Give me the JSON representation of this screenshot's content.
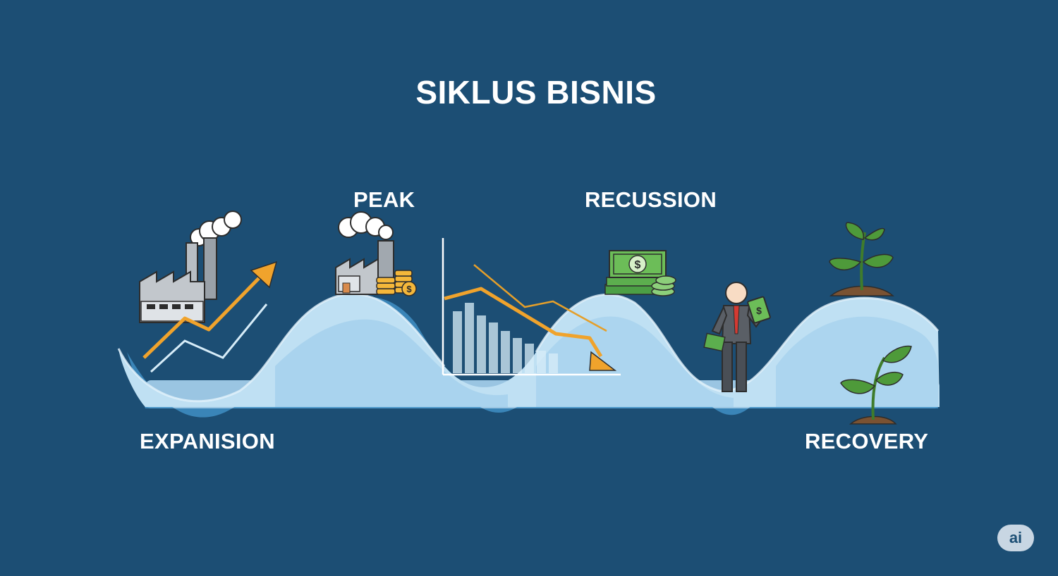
{
  "title": "SIKLUS BISNIS",
  "stages": {
    "peak": "PEAK",
    "recession": "RECUSSION",
    "expansion": "EXPANISION",
    "recovery": "RECOVERY"
  },
  "badge": "ai",
  "icons": [
    "factory-icon",
    "rising-arrow-icon",
    "coins-icon",
    "declining-chart-icon",
    "cash-stack-icon",
    "businessman-icon",
    "sprout-icon"
  ],
  "colors": {
    "background": "#1c4e74",
    "wave_light": "#bfe0f3",
    "wave_mid": "#7fbbe0",
    "arrow_orange": "#f0a32c",
    "money_green": "#5cae4e",
    "leaf_green": "#4e9a3a"
  }
}
